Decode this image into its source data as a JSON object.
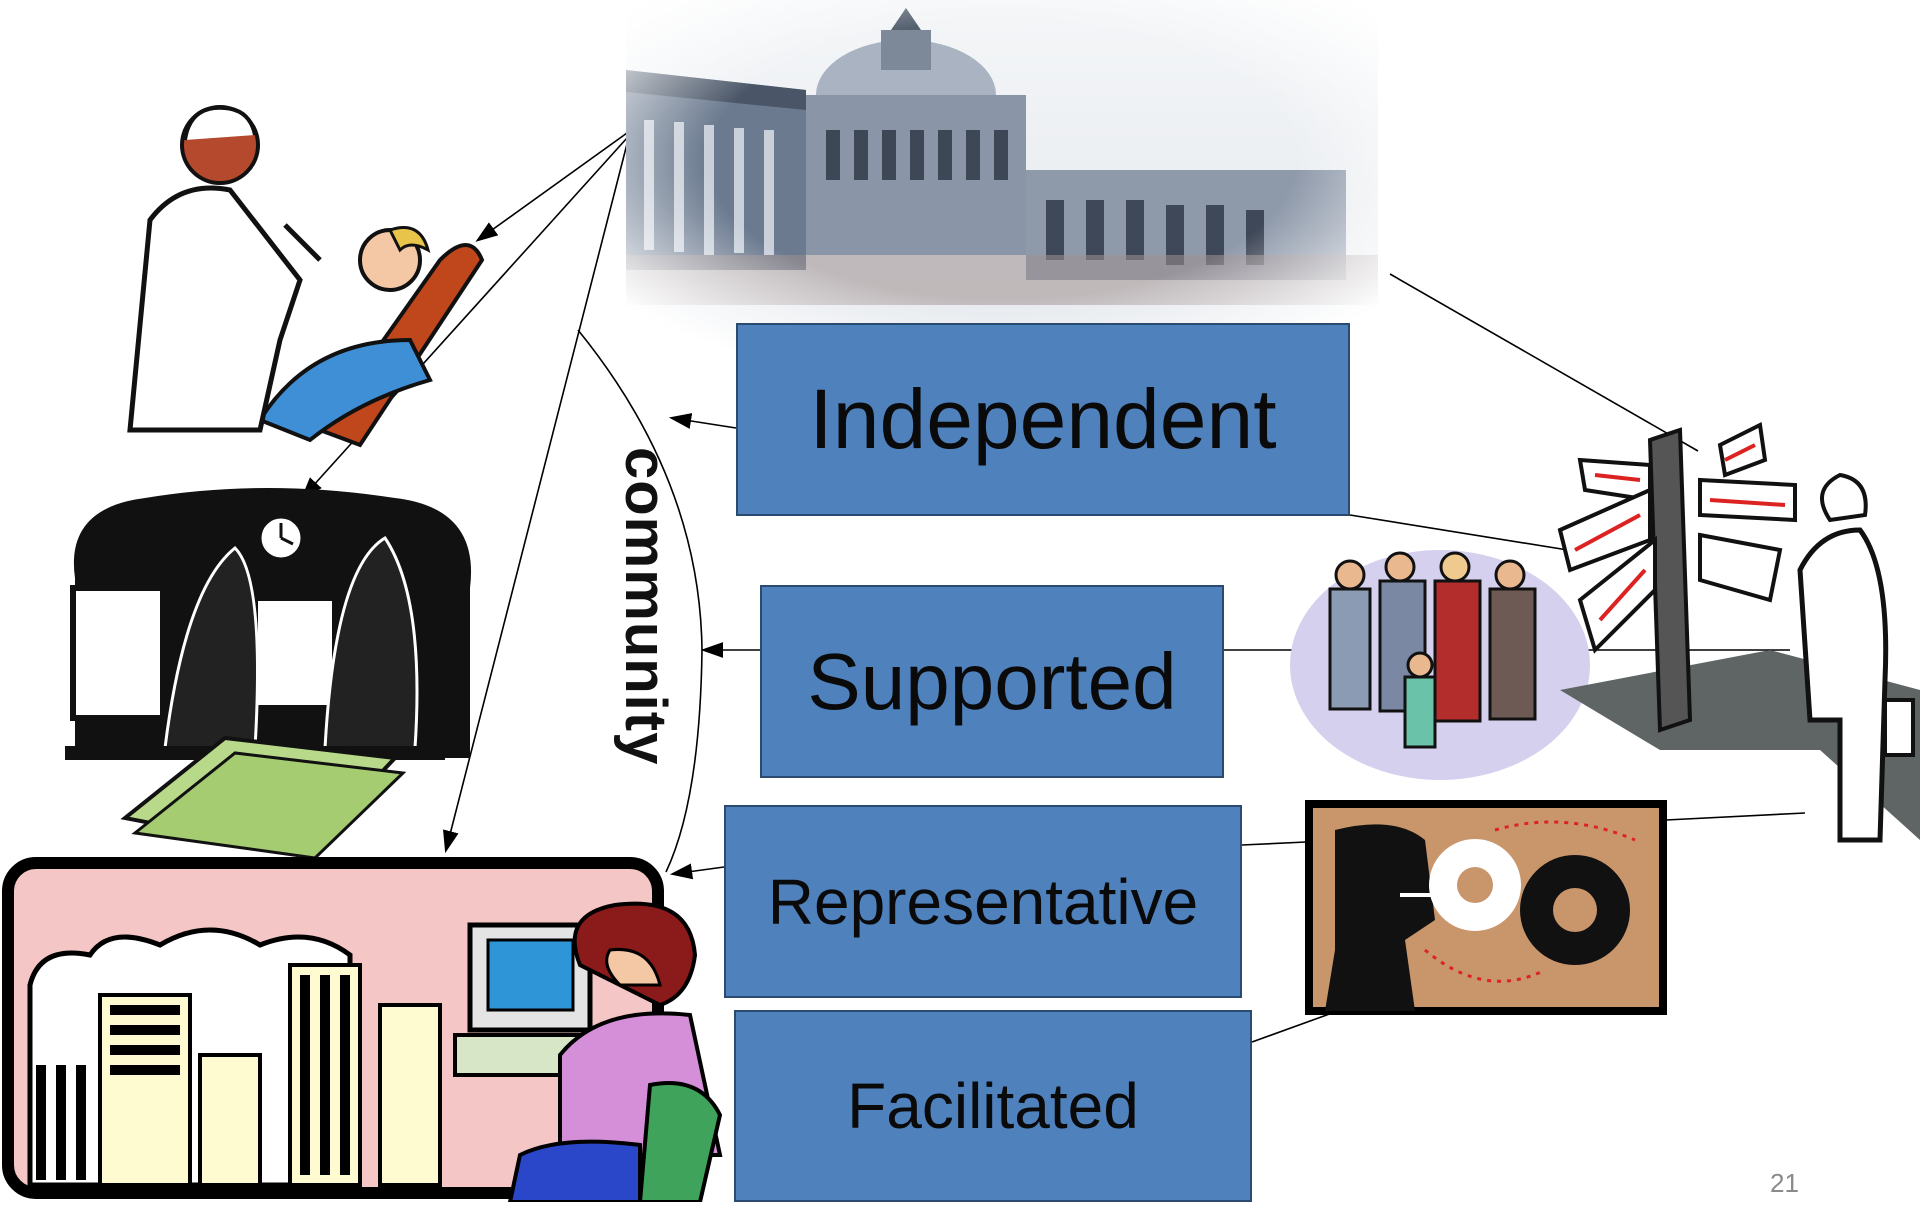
{
  "diagram": {
    "center_label": "community",
    "page_number": "21",
    "boxes": [
      {
        "id": "independent",
        "label": "Independent"
      },
      {
        "id": "supported",
        "label": "Supported"
      },
      {
        "id": "representative",
        "label": "Representative"
      },
      {
        "id": "facilitated",
        "label": "Facilitated"
      }
    ],
    "colors": {
      "box_fill": "#4f81bd",
      "box_border": "#2b4a70",
      "line": "#000000"
    }
  }
}
